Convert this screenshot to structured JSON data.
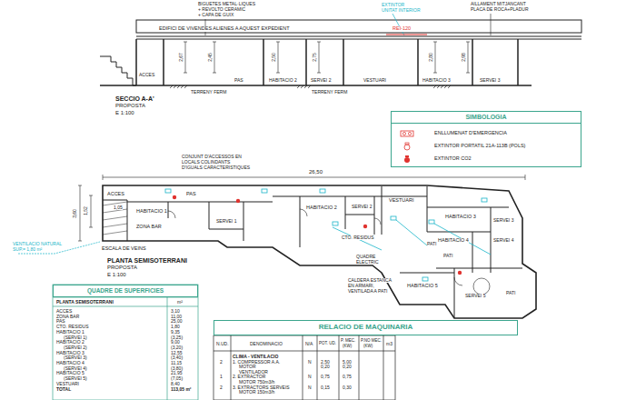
{
  "diagram": {
    "nodes": [
      {
        "text": [
          "SIMBOLOGIA"
        ]
      },
      {
        "text": [
          "QUADRE DE SUPERFICIES"
        ]
      },
      {
        "text": [
          "RELACIO DE MAQUINARIA"
        ]
      }
    ],
    "labels": [
      "BIGUETES METAL·LIQUES",
      "+ REVOLTO CERAMIC",
      "+ CAPA DE GUIX",
      "EXTINTOR",
      "UNITAT INTERIOR",
      "AILLAMENT MITJANCANT",
      "PLACA DE ROCA+PLADUR",
      "EDIFICI DE VIVENDES ALIENES A AQUEST EXPEDIENT",
      "REI-120",
      "2,67",
      "2,45",
      "2,50",
      "2,75",
      "2,80",
      "2,98",
      "ACCES",
      "PAS",
      "HABITACIO 2",
      "SERVEI 2",
      "VESTUARI",
      "HABITACIO 3",
      "SERVEI 3",
      "TERRENY FERM",
      "TERRENY FERM",
      "SECCIO A-A'",
      "PROPOSTA",
      "E 1:100",
      "CONJUNT D'ACCESSOS EN",
      "LOCALS COLINDANTS",
      "D'IGUALS CARACTERISTIQUES",
      "26,50",
      "3,60",
      "1,52",
      "1,05",
      "ACCES",
      "PAS",
      "HABITACIO 1",
      "SERVEI 1",
      "ZONA BAR",
      "ESCALA DE VEINS",
      "PLANTA SEMISOTERRANI",
      "PROPOSTA",
      "E 1:100",
      "HABITACIO 2",
      "SERVEI 2",
      "VESTUARI",
      "CTO. RESIDUS",
      "QUADRE",
      "ELECTRIC",
      "PATI",
      "HABITACIO 3",
      "SERVEI 3",
      "HABITACIO 4",
      "SERVEI 4",
      "PATI",
      "CALDERA ESTANCA",
      "EN ARMARI,",
      "VENTILADA A PATI",
      "HABITACIO 5",
      "SERVEI 5",
      "PATI",
      "VENTILACIO NATURAL",
      "SUP.= 1,80 m²",
      "PLANTA SEMISOTERRANI",
      "m²",
      "ACCES",
      "3,10",
      "ZONA BAR",
      "11,00",
      "PAS",
      "25,00",
      "CTO. RESIDUS",
      "1,80",
      "HABITACIO 1",
      "9,35",
      "(SERVEI 1)",
      "(3,25)",
      "HABITACIO 2",
      "9,00",
      "(SERVEI 2)",
      "(3,20)",
      "HABITACIO 3",
      "12,55",
      "(SERVEI 3)",
      "(3,40)",
      "HABITACIO 4",
      "11,15",
      "(SERVEI 4)",
      "(3,80)",
      "HABITACIO 5",
      "21,95",
      "(SERVEI 5)",
      "(7,05)",
      "VESTUARI",
      "8,40",
      "TOTAL",
      "113,05 m²",
      "N.UD.",
      "DENOMINACIO",
      "N/A",
      "POT. UD.",
      "P. MEC.",
      "(KW)",
      "P.NO MEC.",
      "(KW)",
      "m3",
      "CLIMA - VENTILACIO",
      "2",
      "1. COMPRESSOR A.A.",
      "N",
      "2,50",
      "5,00",
      "MOTOR",
      "0,20",
      "0,20",
      "VENTILADOR",
      "1",
      "2. EXTRACTOR",
      "N",
      "0,75",
      "0,75",
      "MOTOR 750m3/h",
      "2",
      "3. EXTRACTORS SERVEIS",
      "N",
      "0,15",
      "0,30",
      "MOTOR 150m3/h"
    ],
    "legend": [
      {
        "text": "ENLLUMENAT D'EMERGENCIA"
      },
      {
        "text": "EXTINTOR PORTATIL 21A-113B (POLS)"
      },
      {
        "text": "EXTINTOR CO2"
      }
    ]
  }
}
